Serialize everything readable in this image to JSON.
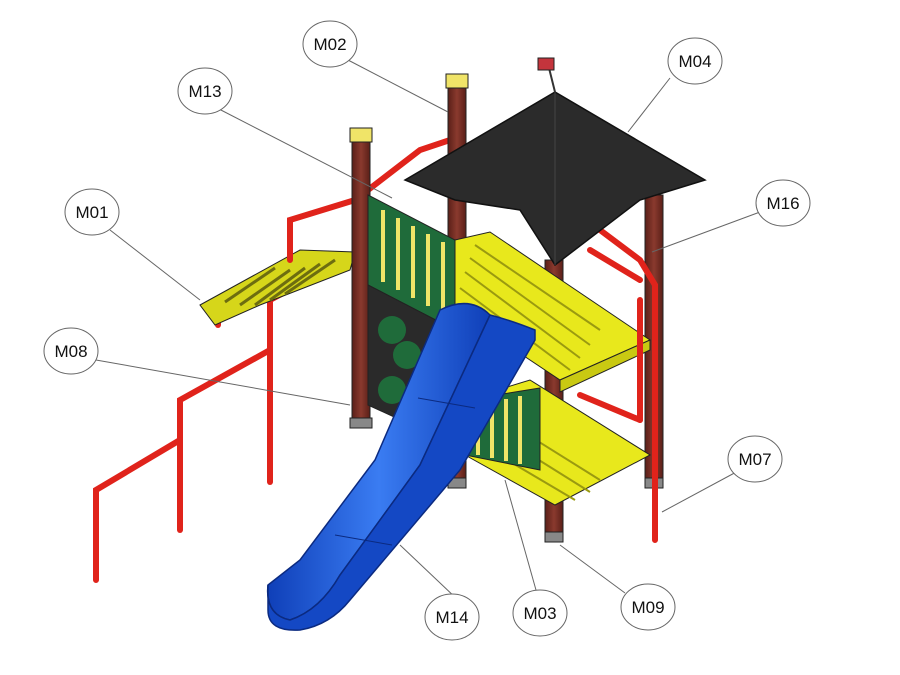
{
  "callouts": [
    {
      "id": "m01",
      "label": "M01"
    },
    {
      "id": "m02",
      "label": "M02"
    },
    {
      "id": "m03",
      "label": "M03"
    },
    {
      "id": "m04",
      "label": "M04"
    },
    {
      "id": "m07",
      "label": "M07"
    },
    {
      "id": "m08",
      "label": "M08"
    },
    {
      "id": "m09",
      "label": "M09"
    },
    {
      "id": "m13",
      "label": "M13"
    },
    {
      "id": "m14",
      "label": "M14"
    },
    {
      "id": "m16",
      "label": "M16"
    }
  ],
  "colors": {
    "post": "#6b2a22",
    "rail": "#e0231b",
    "deck": "#e8e81c",
    "panel": "#1f6b3a",
    "roof": "#2b2b2b",
    "slide": "#1d56d6",
    "cap": "#f0e468",
    "flag": "#c4343c"
  }
}
